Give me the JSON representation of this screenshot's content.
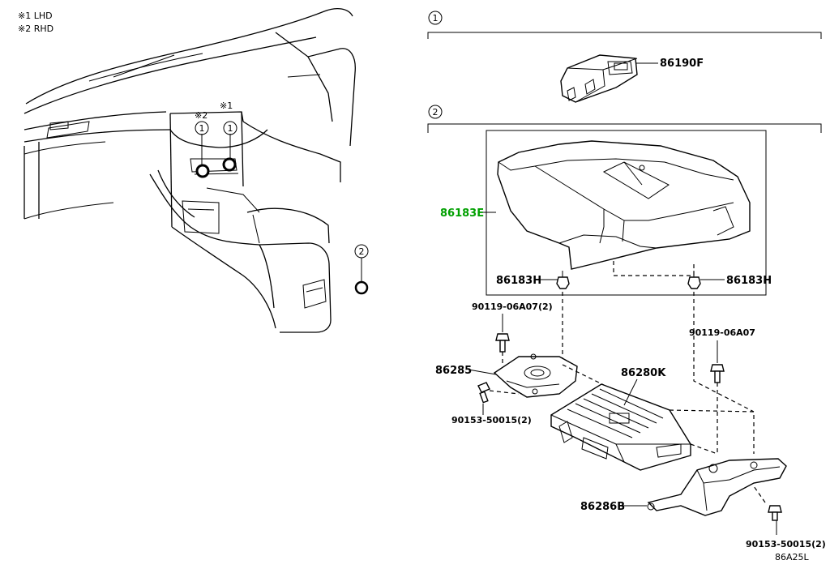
{
  "notes": {
    "n1": "※1 LHD",
    "n2": "※2 RHD"
  },
  "callouts": {
    "c1_mark": "1",
    "c2_mark": "2",
    "cab_note1": "※1",
    "cab_note2": "※2",
    "cab_c1": "1",
    "cab_c1b": "1",
    "cab_c2": "2"
  },
  "parts": {
    "p86190F": "86190F",
    "p86183E": "86183E",
    "p86183H_left": "86183H",
    "p86183H_right": "86183H",
    "p90119_left": "90119-06A07(2)",
    "p90119_right": "90119-06A07",
    "p86285": "86285",
    "p86280K": "86280K",
    "p90153_left": "90153-50015(2)",
    "p86286B": "86286B",
    "p90153_right": "90153-50015(2)"
  },
  "figure_code": "86A25L",
  "colors": {
    "highlight": "#00a000",
    "line": "#000000"
  }
}
